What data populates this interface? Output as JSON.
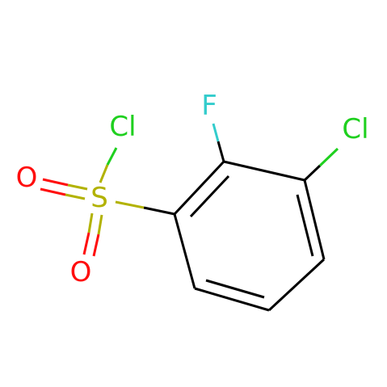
{
  "molecule": {
    "atoms": {
      "cl_sulfonyl": {
        "symbol": "Cl",
        "color": "#1fd01f"
      },
      "s": {
        "symbol": "S",
        "color": "#b2b200"
      },
      "o_top": {
        "symbol": "O",
        "color": "#ff0d0d"
      },
      "o_bottom": {
        "symbol": "O",
        "color": "#ff0d0d"
      },
      "f": {
        "symbol": "F",
        "color": "#33cccc"
      },
      "cl_ring": {
        "symbol": "Cl",
        "color": "#1fd01f"
      }
    },
    "bond_color": "#000000"
  }
}
